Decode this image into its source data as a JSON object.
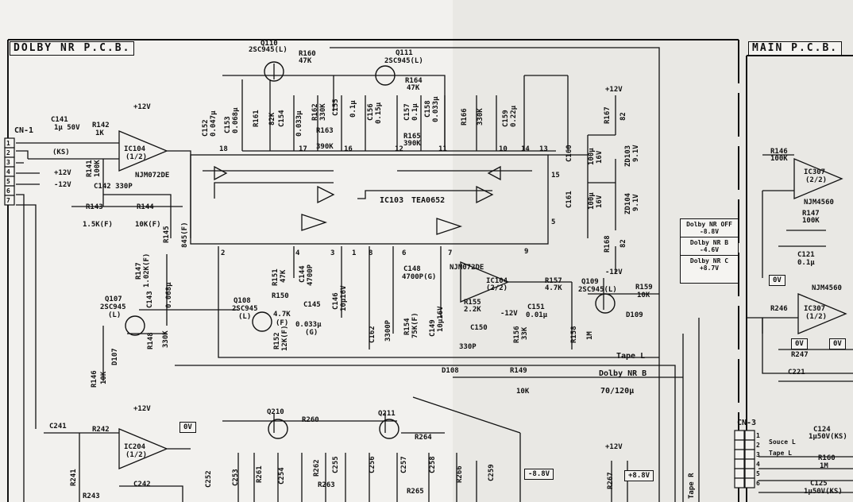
{
  "boards": {
    "dolby": "DOLBY NR P.C.B.",
    "main": "MAIN P.C.B."
  },
  "connectors": {
    "cn1": "CN-1",
    "cn3": "CN-3"
  },
  "cn1_pins": [
    "1",
    "2",
    "3",
    "4",
    "5",
    "6",
    "7"
  ],
  "cn3_pins": [
    "1",
    "2",
    "3",
    "4",
    "5",
    "6"
  ],
  "cn1_lines": {
    "p12": "+12V",
    "m12": "-12V"
  },
  "ic": {
    "ic104a": {
      "name": "IC104",
      "part": "(1/2)",
      "type": "NJM072DE",
      "supply": "+12V"
    },
    "ic104b": {
      "name": "IC104",
      "part": "(2/2)",
      "type": "NJM072DE"
    },
    "ic103": {
      "name": "IC103",
      "type": "TEA0652"
    },
    "ic204": {
      "name": "IC204",
      "part": "(1/2)",
      "supply": "+12V"
    },
    "ic307a": {
      "name": "IC307",
      "part": "(2/2)",
      "type": "NJM4560"
    },
    "ic307b": {
      "name": "IC307",
      "part": "(1/2)",
      "type": "NJM4560"
    }
  },
  "transistors": {
    "q110": {
      "ref": "Q110",
      "type": "2SC945(L)"
    },
    "q111": {
      "ref": "Q111",
      "type": "2SC945(L)"
    },
    "q107": {
      "ref": "Q107",
      "type": "2SC945",
      "suffix": "(L)"
    },
    "q108": {
      "ref": "Q108",
      "type": "2SC945",
      "suffix": "(L)"
    },
    "q109": {
      "ref": "Q109",
      "type": "2SC945(L)"
    },
    "q210": {
      "ref": "Q210"
    },
    "q211": {
      "ref": "Q211"
    }
  },
  "components": {
    "c141": [
      "C141",
      "1μ 50V",
      "(KS)"
    ],
    "r142": [
      "R142",
      "1K"
    ],
    "r141": [
      "R141",
      "100K"
    ],
    "c142": "C142  330P",
    "r143": [
      "R143",
      "1.5K(F)"
    ],
    "r144": [
      "R144",
      "10K(F)"
    ],
    "r145": [
      "R145",
      "845(F)"
    ],
    "r147": [
      "R147",
      "1.02K(F)"
    ],
    "c143": [
      "C143",
      "0.068μ"
    ],
    "r148": [
      "R148",
      "330K"
    ],
    "d107": "D107",
    "r146": [
      "R146",
      "10K"
    ],
    "r160": [
      "R160",
      "47K"
    ],
    "r164": [
      "R164",
      "47K"
    ],
    "c152": [
      "C152",
      "0.047μ"
    ],
    "c153": [
      "C153",
      "0.068μ"
    ],
    "r161": "R161",
    "r161v": "82K",
    "c154": "C154",
    "c154v": "0.033μ",
    "r162": [
      "R162",
      "330K"
    ],
    "c155": "C155",
    "c155v": "0.1μ",
    "c156": [
      "C156",
      "0.15μ"
    ],
    "c157": [
      "C157",
      "0.1μ"
    ],
    "c158": [
      "C158",
      "0.033μ"
    ],
    "r163": [
      "R163",
      "390K"
    ],
    "r165": [
      "R165",
      "390K"
    ],
    "r166": [
      "R166",
      "330K"
    ],
    "c159": [
      "C159",
      "0.22μ"
    ],
    "r167": [
      "R167",
      "82"
    ],
    "r168": [
      "R168",
      "82"
    ],
    "c160": [
      "C160",
      "100μ",
      "16V"
    ],
    "c161": [
      "C161",
      "100μ",
      "16V"
    ],
    "zd103": [
      "ZD103",
      "9.1V"
    ],
    "zd104": [
      "ZD104",
      "9.1V"
    ],
    "r151": [
      "R151",
      "47K"
    ],
    "c144": [
      "C144",
      "4700P"
    ],
    "r150": "R150",
    "r149a": [
      "4.7K",
      "(F)"
    ],
    "c145": [
      "C145",
      "0.033μ",
      "(G)"
    ],
    "c146": [
      "C146",
      "10μ16V"
    ],
    "r152": [
      "R152",
      "12K(F)"
    ],
    "c162": [
      "C162",
      "3300P"
    ],
    "c148": [
      "C148",
      "4700P(G)"
    ],
    "r154": [
      "R154",
      "75K(F)"
    ],
    "c149": [
      "C149",
      "10μ16V"
    ],
    "r155": [
      "R155",
      "2.2K"
    ],
    "c150": [
      "C150",
      "330P"
    ],
    "r156": [
      "R156",
      "33K"
    ],
    "r157": [
      "R157",
      "4.7K"
    ],
    "c151": [
      "C151",
      "0.01μ"
    ],
    "r158": [
      "R158",
      "1M"
    ],
    "r159": [
      "R159",
      "10K"
    ],
    "d109": "D109",
    "d108": "D108",
    "r149": [
      "R149",
      "10K"
    ],
    "c241": "C241",
    "r242": "R242",
    "r241": "R241",
    "r243": "R243",
    "c242": "C242",
    "r260": "R260",
    "r264": "R264",
    "c252": "C252",
    "c253": "C253",
    "r261": "R261",
    "c254": "C254",
    "r262": "R262",
    "c255": "C255",
    "r263": "R263",
    "c256": "C256",
    "c257": "C257",
    "c258": "C258",
    "r265": "R265",
    "r266": "R266",
    "c259": "C259",
    "r267": "R267",
    "r146m": [
      "R146",
      "100K"
    ],
    "r147m": [
      "R147",
      "100K"
    ],
    "c121": [
      "C121",
      "0.1μ"
    ],
    "r246": "R246",
    "r247": "R247",
    "c221": "C221",
    "c124": [
      "C124",
      "1μ50V(KS)"
    ],
    "r160m": [
      "R160",
      "1M"
    ],
    "c125": [
      "C125",
      "1μ50V(KS)"
    ]
  },
  "voltages": {
    "p12": "+12V",
    "m12": "-12V",
    "ov": "0V",
    "m88": "-8.8V",
    "p88": "+8.8V"
  },
  "legend": [
    {
      "mode": "Dolby NR OFF",
      "value": "-8.8V"
    },
    {
      "mode": "Dolby NR B",
      "value": "-4.6V"
    },
    {
      "mode": "Dolby NR C",
      "value": "+8.7V"
    }
  ],
  "signals": {
    "tape": "Tape L",
    "dolby_b": "Dolby NR B",
    "time": "70/120μ",
    "source_l": "Souce L",
    "tape_l": "Tape L",
    "tape_r": "Tape R"
  },
  "pins": {
    "p18": "18",
    "p17": "17",
    "p16": "16",
    "p12": "12",
    "p11": "11",
    "p10": "10",
    "p14": "14",
    "p13": "13",
    "p15": "15",
    "p5": "5",
    "p2": "2",
    "p4": "4",
    "p3": "3",
    "p1": "1",
    "p8": "8",
    "p6": "6",
    "p7": "7",
    "p9": "9"
  }
}
